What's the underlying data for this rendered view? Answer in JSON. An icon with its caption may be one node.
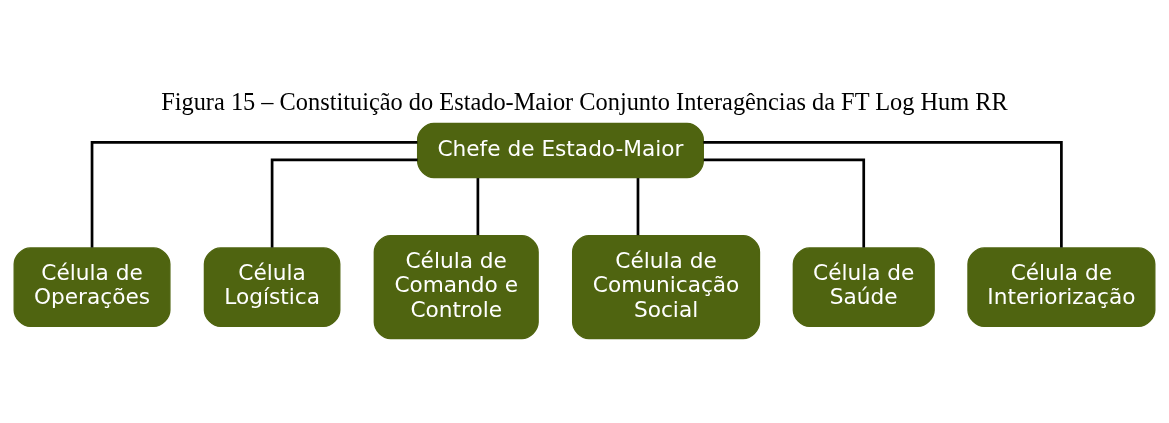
{
  "diagram": {
    "title": "Figura 15 – Constituição do Estado-Maior Conjunto Interagências da FT Log Hum RR",
    "nodes": [
      {
        "text": [
          "Chefe de Estado-Maior"
        ]
      },
      {
        "text": [
          "Célula de Operações"
        ]
      },
      {
        "text": [
          "Célula Logística"
        ]
      },
      {
        "text": [
          "Célula de Comando e Controle"
        ]
      },
      {
        "text": [
          "Célula de Comunicação Social"
        ]
      },
      {
        "text": [
          "Célula de Saúde"
        ]
      },
      {
        "text": [
          "Célula de Interiorização"
        ]
      }
    ],
    "edges": [
      {
        "from": 0,
        "to": 1,
        "arrow": "none"
      },
      {
        "from": 0,
        "to": 2,
        "arrow": "none"
      },
      {
        "from": 0,
        "to": 3,
        "arrow": "none"
      },
      {
        "from": 0,
        "to": 4,
        "arrow": "none"
      },
      {
        "from": 0,
        "to": 5,
        "arrow": "none"
      },
      {
        "from": 0,
        "to": 6,
        "arrow": "none"
      }
    ]
  }
}
